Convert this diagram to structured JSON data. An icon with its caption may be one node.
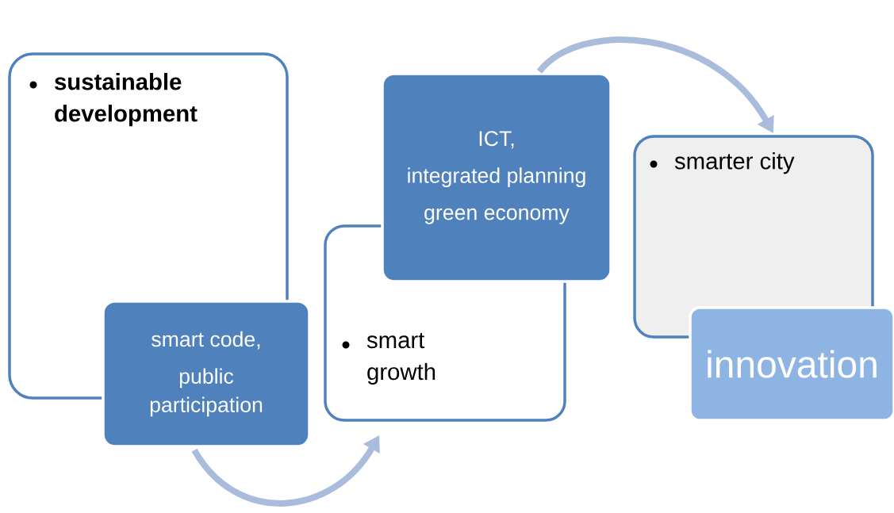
{
  "diagram": {
    "nodes": [
      {
        "text": [
          "sustainable development"
        ]
      },
      {
        "text": [
          "smart code,",
          "public participation"
        ]
      },
      {
        "text": [
          "smart growth"
        ]
      },
      {
        "text": [
          "ICT,",
          "integrated planning",
          "green economy"
        ]
      },
      {
        "text": [
          "smarter city"
        ]
      },
      {
        "text": [
          "innovation"
        ]
      }
    ],
    "edges": [
      {
        "from": 1,
        "to": 2,
        "arrow": "to"
      },
      {
        "from": 3,
        "to": 4,
        "arrow": "to"
      }
    ]
  }
}
